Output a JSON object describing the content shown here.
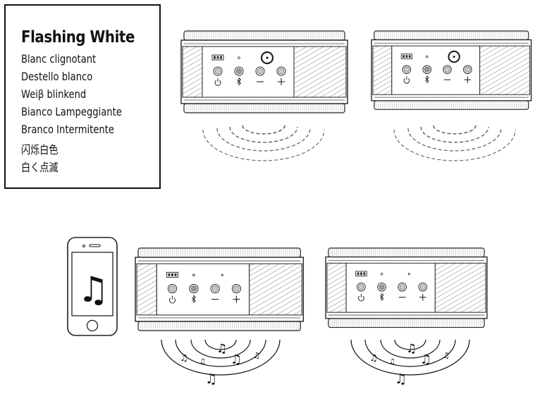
{
  "legend": {
    "title": "Flashing White",
    "lines": [
      "Blanc clignotant",
      "Destello blanco",
      "Weiβ blinkend",
      "Bianco Lampeggiante",
      "Branco Intermitente",
      "闪烁白色",
      "白く点滅"
    ]
  },
  "icons": {
    "speaker": "speaker-icon",
    "battery": "battery-icon",
    "power": "power-icon",
    "bluetooth": "bluetooth-icon",
    "minus": "minus-icon",
    "plus": "plus-icon",
    "phone": "smartphone-icon",
    "music": "music-note-icon",
    "waves": "sound-wave-icon"
  }
}
